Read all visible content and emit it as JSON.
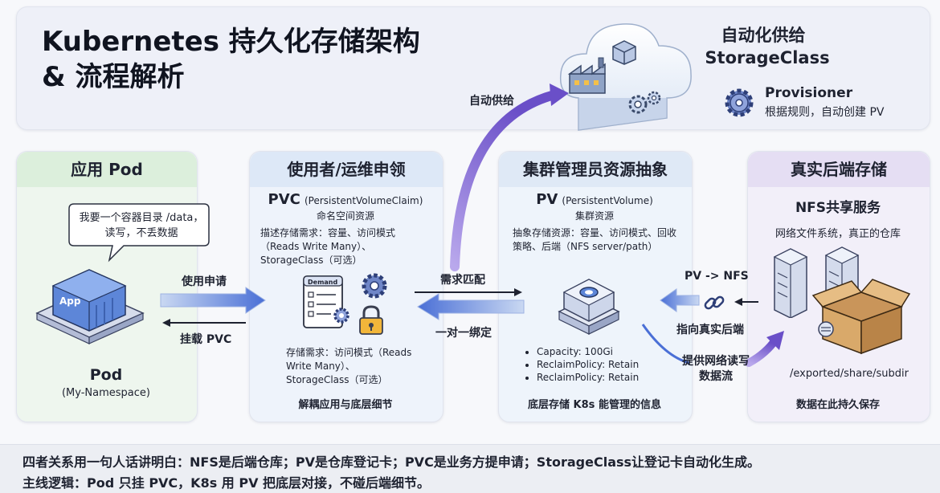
{
  "title": {
    "line1": "Kubernetes 持久化存储架构",
    "line2": "& 流程解析"
  },
  "storage_class": {
    "heading": "自动化供给",
    "name": "StorageClass",
    "provisioner_title": "Provisioner",
    "provisioner_desc": "根据规则，自动创建 PV",
    "flow_label": "自动供给"
  },
  "pod_panel": {
    "header": "应用 Pod",
    "bubble": "我要一个容器目录 /data，读写，不丢数据",
    "app_label": "App",
    "name": "Pod",
    "namespace": "(My-Namespace)"
  },
  "pvc_panel": {
    "header": "使用者/运维申领",
    "title": "PVC",
    "title_full": "(PersistentVolumeClaim)",
    "scope": "命名空间资源",
    "desc": "描述存储需求：容量、访问模式（Reads Write Many）、StorageClass（可选）",
    "demand_label": "Demand",
    "need": "存储需求：访问模式（Reads Write Many）、StorageClass（可选）",
    "footer": "解耦应用与底层细节"
  },
  "pv_panel": {
    "header": "集群管理员资源抽象",
    "title": "PV",
    "title_full": "(PersistentVolume)",
    "scope": "集群资源",
    "desc": "抽象存储资源：容量、访问模式、回收策略、后端（NFS server/path）",
    "props": [
      "Capacity: 100Gi",
      "ReclaimPolicy: Retain",
      "ReclaimPolicy: Retain"
    ],
    "footer": "底层存储 K8s 能管理的信息"
  },
  "nfs_panel": {
    "header": "真实后端存储",
    "title": "NFS共享服务",
    "desc": "网络文件系统，真正的仓库",
    "path": "/exported/share/subdir",
    "footer": "数据在此持久保存"
  },
  "arrows": {
    "apply": "使用申请",
    "mount": "挂载 PVC",
    "match": "需求匹配",
    "bind": "一对一绑定",
    "pv_nfs": "PV -> NFS",
    "point": "指向真实后端",
    "data_flow": "提供网络读写数据流"
  },
  "footer": {
    "line1": "四者关系用一句人话讲明白：NFS是后端仓库；PV是仓库登记卡；PVC是业务方提申请；StorageClass让登记卡自动化生成。",
    "line2": "主线逻辑：Pod 只挂 PVC，K8s 用 PV 把底层对接，不碰后端细节。"
  },
  "colors": {
    "title_panel": "#eef0f8",
    "pod_panel": "#eef6ee",
    "pod_head": "#dcefdc",
    "pvc_panel": "#eef3fb",
    "pvc_head": "#dde8f7",
    "pv_panel": "#eef4fb",
    "pv_head": "#dfe9f6",
    "nfs_panel": "#f2eff9",
    "nfs_head": "#e5def3",
    "arrow_blue": "#4a6fd6",
    "arrow_purple": "#7a5fd0"
  },
  "icons": [
    "cloud-icon",
    "factory-icon",
    "gear-icon",
    "speech-bubble-icon",
    "app-server-icon",
    "document-icon",
    "lock-icon",
    "server-icon",
    "link-icon",
    "box-icon",
    "server-rack-icon"
  ]
}
